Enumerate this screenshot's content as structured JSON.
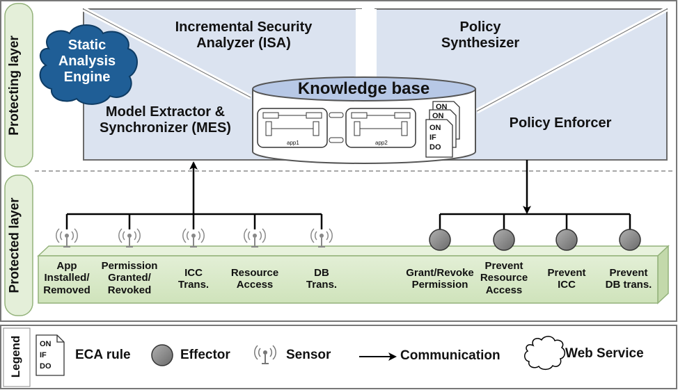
{
  "layers": {
    "protecting": "Protecting layer",
    "protected": "Protected layer",
    "legend": "Legend"
  },
  "components": {
    "isa": "Incremental Security\nAnalyzer (ISA)",
    "policy_synthesizer": "Policy\nSynthesizer",
    "static_engine": "Static\nAnalysis\nEngine",
    "mes": "Model Extractor &\nSynchronizer (MES)",
    "policy_enforcer": "Policy Enforcer",
    "knowledge_base": "Knowledge  base",
    "app1": "app1",
    "app2": "app2"
  },
  "rule_docs": {
    "line_on": "ON",
    "line_if": "IF",
    "line_do": "DO"
  },
  "sensors": [
    "App\nInstalled/\nRemoved",
    "Permission\nGranted/\nRevoked",
    "ICC\nTrans.",
    "Resource\nAccess",
    "DB\nTrans."
  ],
  "effectors": [
    "Grant/Revoke\nPermission",
    "Prevent\nResource\nAccess",
    "Prevent\nICC",
    "Prevent\nDB trans."
  ],
  "legend": {
    "eca_rule": "ECA rule",
    "effector": "Effector",
    "sensor": "Sensor",
    "communication": "Communication",
    "web_service": "Web Service"
  },
  "colors": {
    "panel_fill": "#dbe3f0",
    "layer_label_fill": "#e4efd9",
    "bar_fill": "#d7e8c5",
    "cloud_fill": "#1f5e96",
    "kb_top": "#b7c8e6",
    "effector_fill": "#8a8a8a"
  }
}
